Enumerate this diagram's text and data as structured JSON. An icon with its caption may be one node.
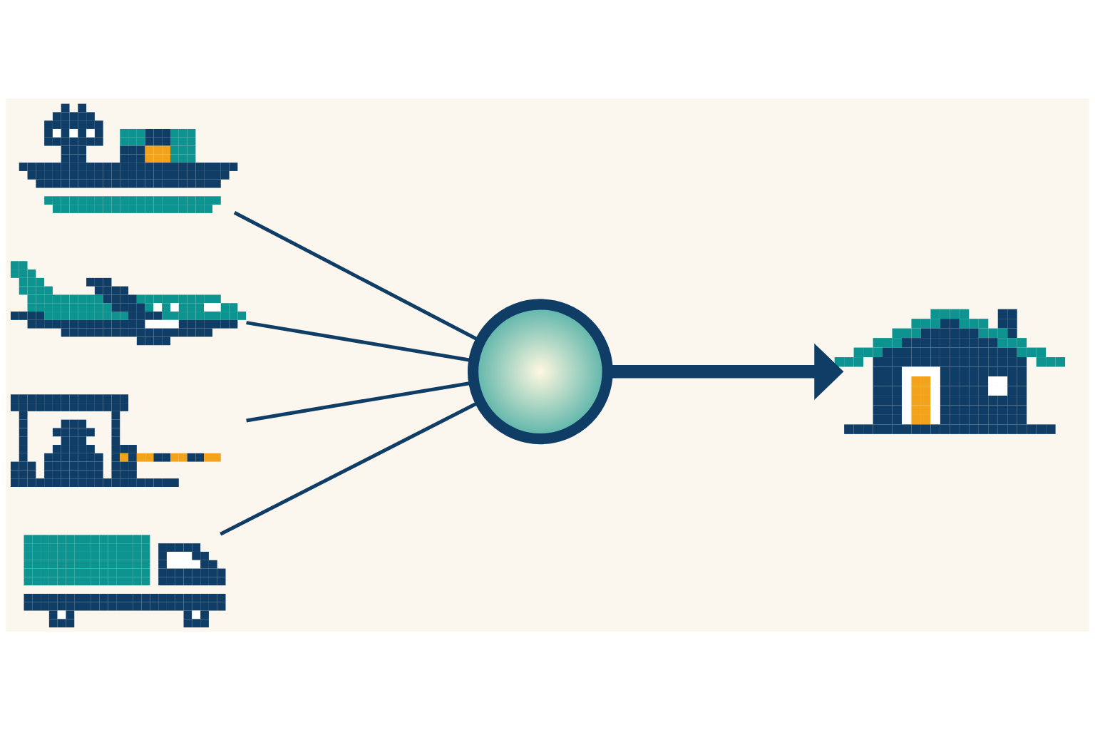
{
  "diagram": {
    "nodes": [
      {
        "text": [],
        "shape": "picture"
      },
      {
        "text": [],
        "shape": "picture"
      },
      {
        "text": [],
        "shape": "picture"
      },
      {
        "text": [],
        "shape": "picture"
      },
      {
        "text": [],
        "shape": "circle"
      },
      {
        "text": [],
        "shape": "picture"
      }
    ],
    "edges": [
      {
        "from": 0,
        "to": 4,
        "arrow": "none"
      },
      {
        "from": 1,
        "to": 4,
        "arrow": "none"
      },
      {
        "from": 2,
        "to": 4,
        "arrow": "none"
      },
      {
        "from": 3,
        "to": 4,
        "arrow": "none"
      },
      {
        "from": 4,
        "to": 5,
        "arrow": "to",
        "style": "thick"
      }
    ]
  }
}
